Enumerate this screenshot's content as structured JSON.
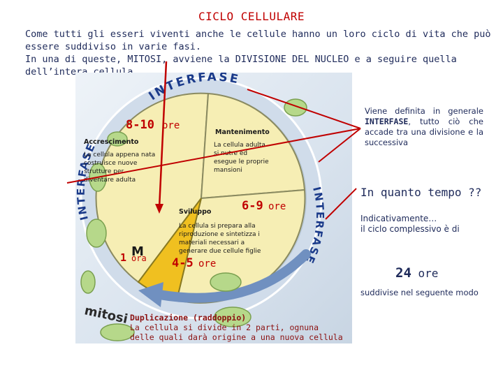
{
  "header": {
    "title": "CICLO CELLULARE",
    "intro_line1": "Come tutti gli esseri viventi anche le cellule hanno un loro ciclo di vita che può essere suddiviso in varie fasi.",
    "intro_line2_prefix": "In una di queste,",
    "mitosi_word": "MITOSI",
    "intro_line2_mid": ", avviene la",
    "divisione_nucleo": "DIVISIONE DEL NUCLEO",
    "intro_line2_suffix": "e a seguire quella dell’intera cellula."
  },
  "diagram": {
    "interfase_labels": [
      "INTERFASE",
      "INTERFASE",
      "INTERFASE"
    ],
    "mitosi_label": "mitosi",
    "m_label": "M",
    "accrescimento": {
      "hours_value": "8-10",
      "hours_unit": "ore",
      "title": "Accrescimento",
      "text_lines": [
        "La cellula appena nata",
        "costruisce        nuove",
        "strutture              per",
        "diventare adulta"
      ]
    },
    "mantenimento": {
      "title": "Mantenimento",
      "text_lines": [
        "La cellula adulta",
        "si      nutre      ed",
        "esegue le proprie",
        "mansioni"
      ]
    },
    "sviluppo": {
      "hours_value": "6-9",
      "hours_unit": "ore",
      "title": "Sviluppo",
      "text_lines": [
        "La cellula si prepara alla",
        "riproduzione e sintetizza i",
        "materiali    necessari    a",
        "generare due cellule figlie"
      ]
    },
    "mitosi_phase": {
      "hours_value": "1",
      "hours_unit": "ora"
    },
    "fourth_phase": {
      "hours_value": "4-5",
      "hours_unit": "ore"
    },
    "colors": {
      "crescita": "#f5ebaa",
      "mantenimento": "#f5ebaa",
      "sviluppo": "#f5ebaa",
      "mitosi": "#f0c020",
      "ring": "#c8d8e8",
      "ring_text": "#1a3a8a",
      "cell": "#b6d88a",
      "pointer_line": "#c00000"
    }
  },
  "side": {
    "definition_prefix": "Viene definita in generale",
    "definition_word": "INTERFASE",
    "definition_suffix": ", tutto ciò che accade tra una divisione e la successiva",
    "how_long": "In quanto tempo ??",
    "indicatively": "Indicativamente…",
    "indicatively_2": "il ciclo complessivo è di",
    "total_value": "24",
    "total_unit": "ore",
    "subdivided": "suddivise nel seguente modo"
  },
  "duplicazione": {
    "title": "Duplicazione (raddoppio)",
    "text": "La cellula si divide in 2 parti, ognuna delle quali darà origine a una nuova cellula"
  }
}
